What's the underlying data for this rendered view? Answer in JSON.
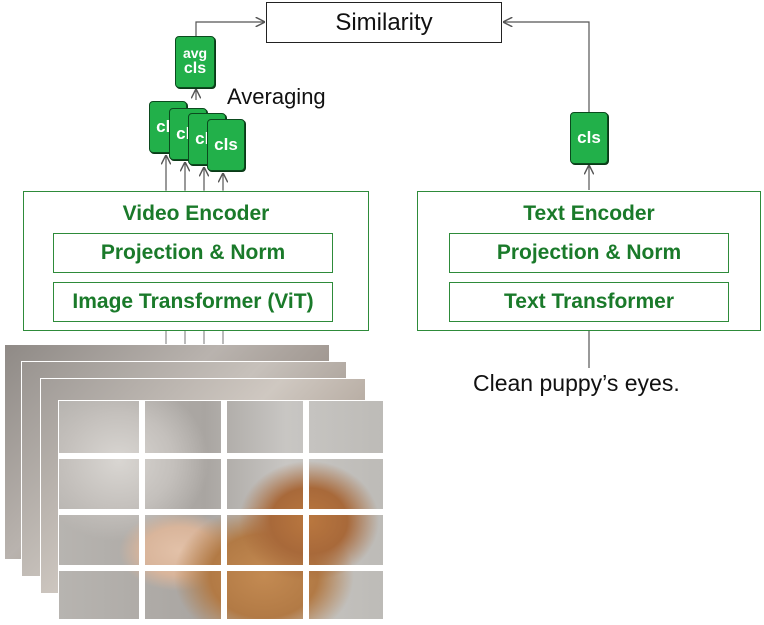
{
  "similarity": {
    "label": "Similarity"
  },
  "averaging": {
    "label": "Averaging"
  },
  "avg_token": {
    "line1": "avg",
    "line2": "cls"
  },
  "frame_tokens": [
    "cls",
    "cls",
    "cls",
    "cls"
  ],
  "text_token": {
    "label": "cls"
  },
  "video_encoder": {
    "title": "Video Encoder",
    "projection": "Projection & Norm",
    "transformer": "Image Transformer (ViT)"
  },
  "text_encoder": {
    "title": "Text Encoder",
    "projection": "Projection & Norm",
    "transformer": "Text Transformer"
  },
  "caption": "Clean puppy’s eyes.",
  "colors": {
    "token_green": "#22b04a",
    "encoder_green": "#2e8b3a",
    "text_green": "#1a7a2a"
  }
}
